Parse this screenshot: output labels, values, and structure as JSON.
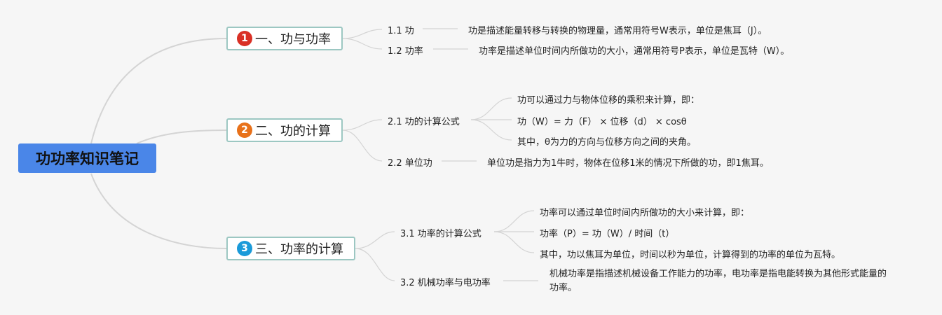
{
  "root": {
    "title": "功功率知识笔记"
  },
  "branches": [
    {
      "number": "1",
      "label": "一、功与功率",
      "badge_color": "#d93025",
      "items": [
        {
          "title": "1.1 功",
          "details": [
            "功是描述能量转移与转换的物理量，通常用符号W表示，单位是焦耳（J）。"
          ]
        },
        {
          "title": "1.2 功率",
          "details": [
            "功率是描述单位时间内所做功的大小，通常用符号P表示，单位是瓦特（W）。"
          ]
        }
      ]
    },
    {
      "number": "2",
      "label": "二、功的计算",
      "badge_color": "#e8711a",
      "items": [
        {
          "title": "2.1 功的计算公式",
          "details": [
            "功可以通过力与物体位移的乘积来计算，即：",
            "功（W）= 力（F） × 位移（d） × cosθ",
            "其中，θ为力的方向与位移方向之间的夹角。"
          ]
        },
        {
          "title": "2.2 单位功",
          "details": [
            "单位功是指力为1牛时，物体在位移1米的情况下所做的功，即1焦耳。"
          ]
        }
      ]
    },
    {
      "number": "3",
      "label": "三、功率的计算",
      "badge_color": "#1a9ad9",
      "items": [
        {
          "title": "3.1 功率的计算公式",
          "details": [
            "功率可以通过单位时间内所做功的大小来计算，即：",
            "功率（P）= 功（W）/ 时间（t）",
            "其中，功以焦耳为单位，时间以秒为单位，计算得到的功率的单位为瓦特。"
          ]
        },
        {
          "title": "3.2 机械功率与电功率",
          "details": [
            "机械功率是指描述机械设备工作能力的功率，电功率是指电能转换为其他形式能量的功率。"
          ]
        }
      ]
    }
  ]
}
